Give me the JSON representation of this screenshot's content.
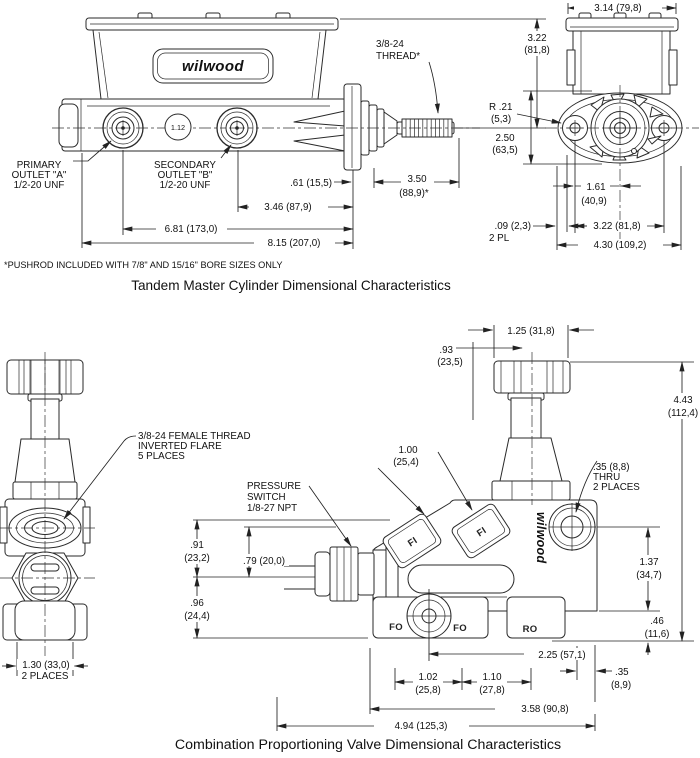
{
  "master_cylinder": {
    "title": "Tandem Master Cylinder Dimensional Characteristics",
    "footnote": "*PUSHROD INCLUDED WITH 7/8\" AND 15/16\" BORE SIZES ONLY",
    "logo": "wilwood",
    "bore_diameter": "1.12",
    "callouts": {
      "primary_outlet": [
        "PRIMARY",
        "OUTLET \"A\"",
        "1/2-20 UNF"
      ],
      "secondary_outlet": [
        "SECONDARY",
        "OUTLET \"B\"",
        "1/2-20 UNF"
      ],
      "pushrod_thread": [
        "3/8-24",
        "THREAD*"
      ],
      "flange_radius": [
        "R .21",
        "(5,3)"
      ]
    },
    "dims": {
      "overall_height": [
        "3.22",
        "(81,8)"
      ],
      "cap_width": "3.14 (79,8)",
      "flange_height": [
        "2.50",
        "(63,5)"
      ],
      "hole_to_center": [
        "1.61",
        "(40,9)"
      ],
      "ear_offset": ".09 (2,3)",
      "ear_offset_note": "2 PL",
      "bolt_spacing": "3.22 (81,8)",
      "flange_width": "4.30 (109,2)",
      "face_offset": ".61 (15,5)",
      "pushrod_length": [
        "3.50",
        "(88,9)*"
      ],
      "outlet_b_to_face": "3.46 (87,9)",
      "outlet_a_to_face": "6.81 (173,0)",
      "overall_length": "8.15 (207,0)"
    }
  },
  "prop_valve": {
    "title": "Combination Proportioning Valve Dimensional Characteristics",
    "logo": "wilwood",
    "callouts": {
      "female_thread": [
        "3/8-24 FEMALE THREAD",
        "INVERTED FLARE",
        "5 PLACES"
      ],
      "pressure_switch": [
        "PRESSURE",
        "SWITCH",
        "1/8-27 NPT"
      ],
      "thru_hole": [
        ".35 (8,8)",
        "THRU",
        "2 PLACES"
      ]
    },
    "ports": {
      "fi1": "FI",
      "fi2": "FI",
      "fo1": "FO",
      "fo2": "FO",
      "ro": "RO"
    },
    "dims": {
      "knob_width": "1.25 (31,8)",
      "knob_offset": [
        ".93",
        "(23,5)"
      ],
      "overall_height": [
        "4.43",
        "(112,4)"
      ],
      "port_face": [
        "1.00",
        "(25,4)"
      ],
      "base_width": [
        "1.30 (33,0)",
        "2 PLACES"
      ],
      "switch_above": [
        ".91",
        "(23,2)"
      ],
      "switch_center": ".79 (20,0)",
      "switch_below": [
        ".96",
        "(24,4)"
      ],
      "hole_to_base": [
        "1.37",
        "(34,7)"
      ],
      "base_thickness": [
        ".46",
        "(11,6)"
      ],
      "port_span": "2.25 (57,1)",
      "fo_spacing": [
        "1.02",
        "(25,8)"
      ],
      "ro_spacing": [
        "1.10",
        "(27,8)"
      ],
      "hole_offset": [
        ".35",
        "(8,9)"
      ],
      "body_length": "3.58 (90,8)",
      "overall_length": "4.94 (125,3)"
    }
  }
}
